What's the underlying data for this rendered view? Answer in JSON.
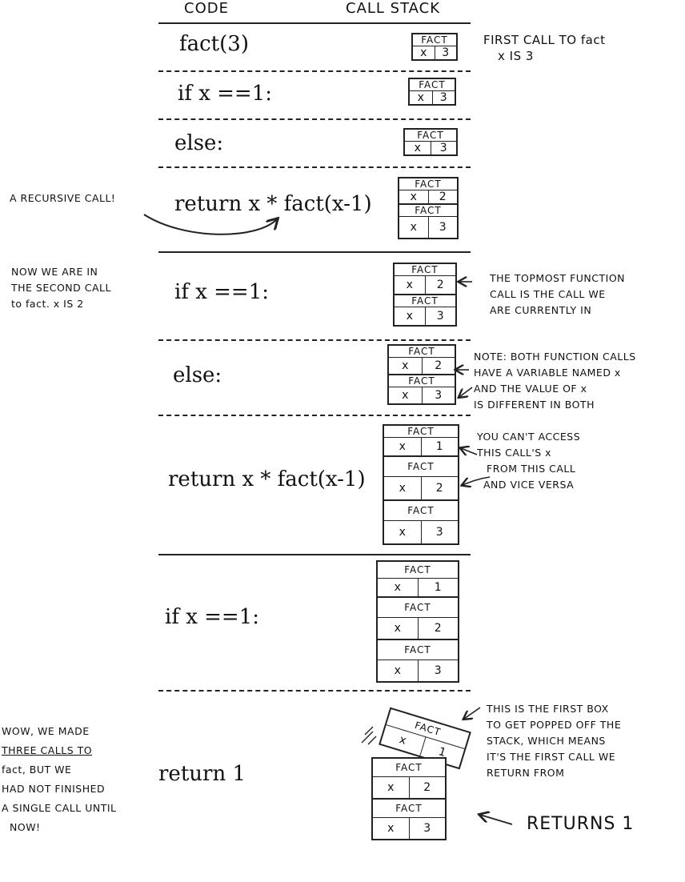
{
  "headers": {
    "code": "CODE",
    "call_stack": "CALL STACK"
  },
  "steps": [
    {
      "code": "fact(3)",
      "stack": [
        {
          "name": "FACT",
          "var": "x",
          "val": "3"
        }
      ],
      "note": [
        "FIRST CALL TO fact",
        "x IS 3"
      ]
    },
    {
      "code": "if x ==1:",
      "stack": [
        {
          "name": "FACT",
          "var": "x",
          "val": "3"
        }
      ]
    },
    {
      "code": "else:",
      "stack": [
        {
          "name": "FACT",
          "var": "x",
          "val": "3"
        }
      ]
    },
    {
      "code": "return x * fact(x-1)",
      "stack": [
        {
          "name": "FACT",
          "var": "x",
          "val": "2"
        },
        {
          "name": "FACT",
          "var": "x",
          "val": "3"
        }
      ],
      "side_note": "A RECURSIVE CALL!"
    },
    {
      "code": "if x ==1:",
      "stack": [
        {
          "name": "FACT",
          "var": "x",
          "val": "2"
        },
        {
          "name": "FACT",
          "var": "x",
          "val": "3"
        }
      ],
      "side_note": [
        "NOW WE ARE IN",
        "THE SECOND CALL",
        "to fact. x IS 2"
      ],
      "note": [
        "THE TOPMOST FUNCTION",
        "CALL IS THE CALL WE",
        "ARE CURRENTLY IN"
      ]
    },
    {
      "code": "else:",
      "stack": [
        {
          "name": "FACT",
          "var": "x",
          "val": "2"
        },
        {
          "name": "FACT",
          "var": "x",
          "val": "3"
        }
      ],
      "note": [
        "NOTE: BOTH FUNCTION CALLS",
        "HAVE A VARIABLE NAMED x",
        "AND THE VALUE OF x",
        "IS DIFFERENT IN BOTH"
      ]
    },
    {
      "code": "return x * fact(x-1)",
      "stack": [
        {
          "name": "FACT",
          "var": "x",
          "val": "1"
        },
        {
          "name": "FACT",
          "var": "x",
          "val": "2"
        },
        {
          "name": "FACT",
          "var": "x",
          "val": "3"
        }
      ],
      "note": [
        "YOU CAN'T ACCESS",
        "THIS CALL'S x",
        "FROM THIS CALL",
        "AND VICE VERSA"
      ]
    },
    {
      "code": "if x ==1:",
      "stack": [
        {
          "name": "FACT",
          "var": "x",
          "val": "1"
        },
        {
          "name": "FACT",
          "var": "x",
          "val": "2"
        },
        {
          "name": "FACT",
          "var": "x",
          "val": "3"
        }
      ]
    },
    {
      "code": "return 1",
      "stack": [
        {
          "name": "FACT",
          "var": "x",
          "val": "1"
        },
        {
          "name": "FACT",
          "var": "x",
          "val": "2"
        },
        {
          "name": "FACT",
          "var": "x",
          "val": "3"
        }
      ],
      "side_note": [
        "WOW, WE MADE",
        "THREE CALLS TO",
        "fact, BUT WE",
        "HAD NOT FINISHED",
        "A SINGLE CALL UNTIL",
        "NOW!"
      ],
      "note": [
        "THIS IS THE FIRST BOX",
        "TO GET POPPED OFF THE",
        "STACK, WHICH MEANS",
        "IT'S THE FIRST CALL WE",
        "RETURN FROM"
      ],
      "returns": "RETURNS 1"
    }
  ]
}
